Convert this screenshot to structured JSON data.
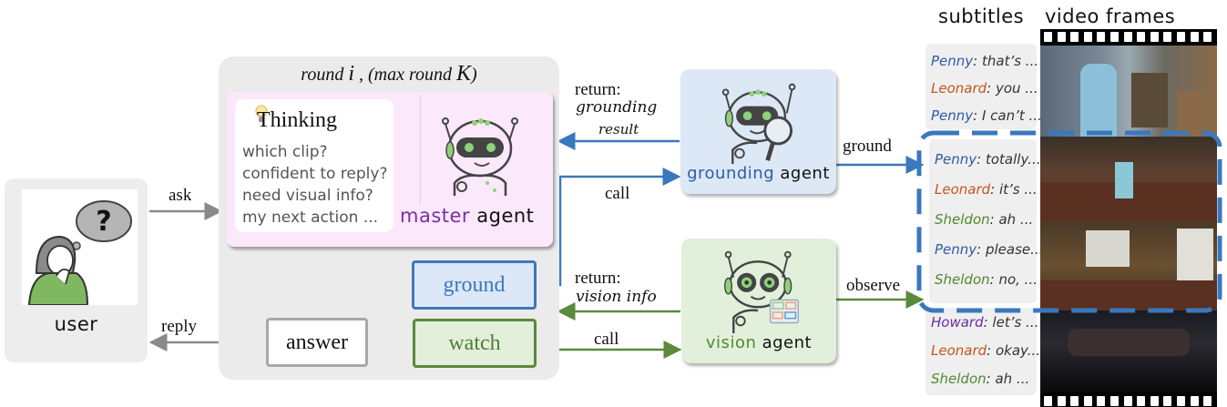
{
  "user": {
    "label": "user",
    "icon": "confused-person-icon"
  },
  "edges": {
    "ask": "ask",
    "reply": "reply",
    "call_ground": "call",
    "call_watch": "call",
    "ground": "ground",
    "observe": "observe",
    "return_grounding": {
      "prefix": "return:",
      "line1": "grounding",
      "line2": "result"
    },
    "return_vision": {
      "prefix": "return:",
      "line1": "vision info"
    }
  },
  "round": {
    "title_prefix": "round ",
    "i": "i",
    "title_mid": " , (max round ",
    "k": "K",
    "title_suffix": ")"
  },
  "master": {
    "thinking_title": "Thinking",
    "thinking_lines": [
      "which clip?",
      "confident to reply?",
      "need visual info?",
      "my next action ..."
    ],
    "label_colored": "master",
    "label_plain": "agent",
    "label_color": "#7b2f9e"
  },
  "actions": {
    "ground": "ground",
    "watch": "watch",
    "answer": "answer"
  },
  "grounding_agent": {
    "label_colored": "grounding",
    "label_plain": "agent",
    "label_color": "#2f5ba5"
  },
  "vision_agent": {
    "label_colored": "vision",
    "label_plain": "agent",
    "label_color": "#4f8a2e"
  },
  "columns": {
    "subtitles": "subtitles",
    "video_frames": "video frames"
  },
  "subtitles": [
    {
      "speaker": "Penny",
      "text": ": that’s ...",
      "color": "blue"
    },
    {
      "speaker": "Leonard",
      "text": ": you ...",
      "color": "orange"
    },
    {
      "speaker": "Penny",
      "text": ": I can’t ...",
      "color": "blue"
    },
    {
      "speaker": "Penny",
      "text": ": totally...",
      "color": "blue"
    },
    {
      "speaker": "Leonard",
      "text": ": it’s ...",
      "color": "orange"
    },
    {
      "speaker": "Sheldon",
      "text": ": ah ...",
      "color": "green"
    },
    {
      "speaker": "Penny",
      "text": ": please...",
      "color": "blue"
    },
    {
      "speaker": "Sheldon",
      "text": ": no, ...",
      "color": "green"
    },
    {
      "speaker": "Howard",
      "text": ": let’s ...",
      "color": "purple"
    },
    {
      "speaker": "Leonard",
      "text": ": okay...",
      "color": "orange"
    },
    {
      "speaker": "Sheldon",
      "text": ": ah ...",
      "color": "green"
    }
  ],
  "colors": {
    "blue": "#3a78bd",
    "green": "#5a8a3c",
    "gray": "#8a8a8a",
    "master_bg": "#fce8fb",
    "grounding_bg": "#dce8f6",
    "vision_bg": "#e2f0db"
  }
}
